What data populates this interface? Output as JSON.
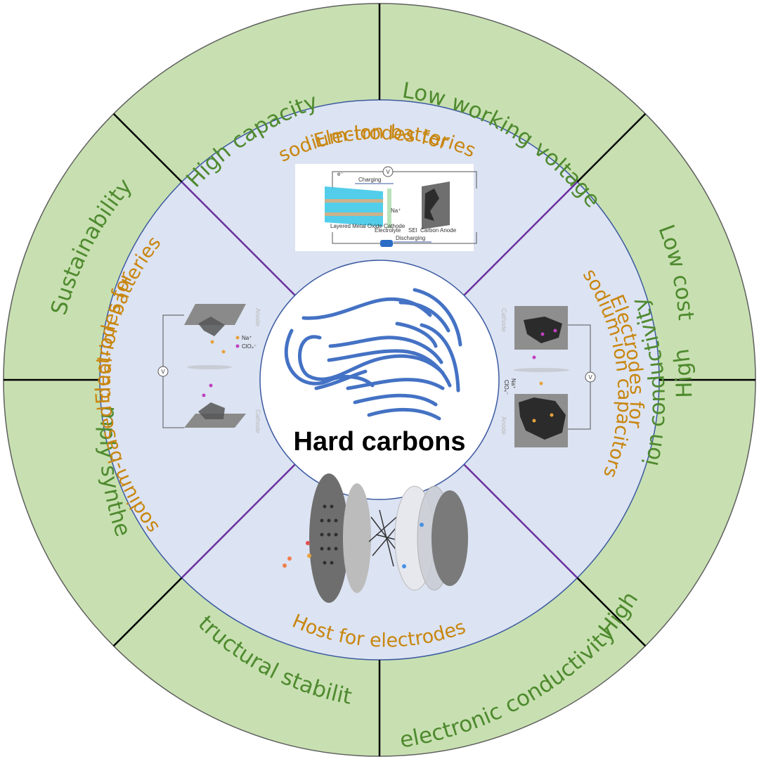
{
  "diagram": {
    "center": {
      "title": "Hard carbons"
    },
    "properties": [
      {
        "id": "high-capacity",
        "lines": [
          "High capacity"
        ]
      },
      {
        "id": "low-working-voltage",
        "lines": [
          "Low working voltage"
        ]
      },
      {
        "id": "low-cost",
        "lines": [
          "Low cost"
        ]
      },
      {
        "id": "high-ion-conductivity",
        "lines": [
          "High",
          "ion conductivity"
        ]
      },
      {
        "id": "high-electronic-conductivity",
        "lines": [
          "High",
          "electronic conductivity"
        ]
      },
      {
        "id": "structural-stability",
        "lines": [
          "Structural stability"
        ]
      },
      {
        "id": "simply-synthesis",
        "lines": [
          "Simply synthesis"
        ]
      },
      {
        "id": "sustainability",
        "lines": [
          "Sustainability"
        ]
      }
    ],
    "applications": [
      {
        "id": "sib",
        "lines": [
          "Electrodes for",
          "sodium-ion batteries"
        ]
      },
      {
        "id": "sic",
        "lines": [
          "Electrodes for",
          "sodium-ion capacitors"
        ]
      },
      {
        "id": "host",
        "lines": [
          "Host for electrodes"
        ]
      },
      {
        "id": "dib",
        "lines": [
          "Electrodes for",
          "sodium-based  dual-ion batteries"
        ]
      }
    ],
    "figure_labels": {
      "charging": "Charging",
      "discharging": "Discharging",
      "electrolyte": "Electrolyte",
      "cathode_caption": "Layered Metal Oxide Cathode",
      "anode_caption": "Carbon Anode",
      "sei": "SEI",
      "voltmeter": "V",
      "electron": "e⁻",
      "na_ion": "Na⁺",
      "clo4_ion": "ClO₄⁻",
      "anode": "Anode",
      "cathode": "Cathode"
    },
    "colors": {
      "outer_ring": "#c8e0b1",
      "middle_ring": "#dce3f2",
      "center": "#ffffff",
      "outer_text": "#4f8a2f",
      "middle_text": "#c8860f",
      "outer_divider": "#000000",
      "inner_divider": "#6a2fa0",
      "carbon_lines": "#4472c4"
    }
  }
}
